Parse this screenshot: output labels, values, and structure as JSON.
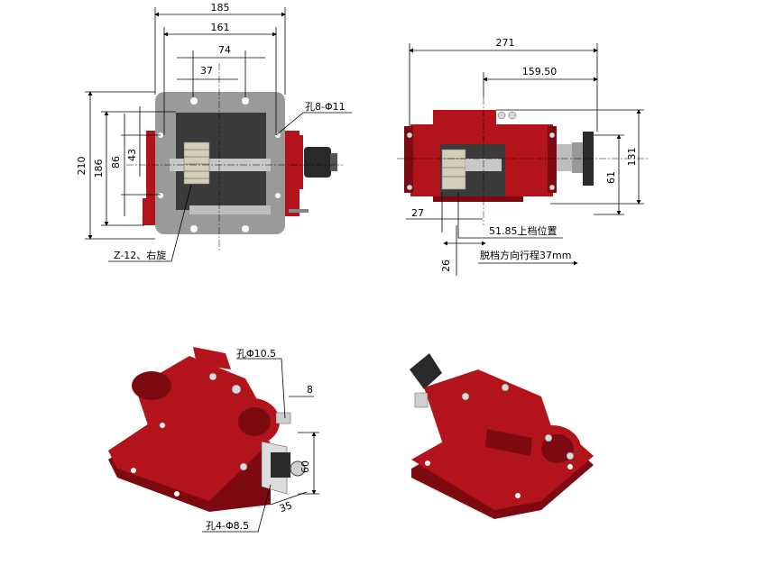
{
  "front_view": {
    "dims": {
      "w185": "185",
      "w161": "161",
      "w74": "74",
      "w37": "37",
      "h210": "210",
      "h186": "186",
      "h86": "86",
      "h43": "43"
    },
    "hole_label": "孔8-Φ11",
    "gear_label": "Z-12、右旋"
  },
  "side_view": {
    "dims": {
      "w271": "271",
      "w15950": "159.50",
      "w27": "27",
      "h131": "131",
      "h61": "61",
      "v26": "26"
    },
    "position_label": "51.85上档位置",
    "travel_label": "脱档方向行程37mm"
  },
  "iso_left": {
    "hole_label": "孔Φ10.5",
    "dim8": "8",
    "dim60": "60",
    "dim35": "35",
    "flange_label": "孔4-Φ8.5"
  },
  "colors": {
    "body": "#b3141b",
    "cover": "#9a9a9a",
    "flange": "#2a2a2a"
  }
}
